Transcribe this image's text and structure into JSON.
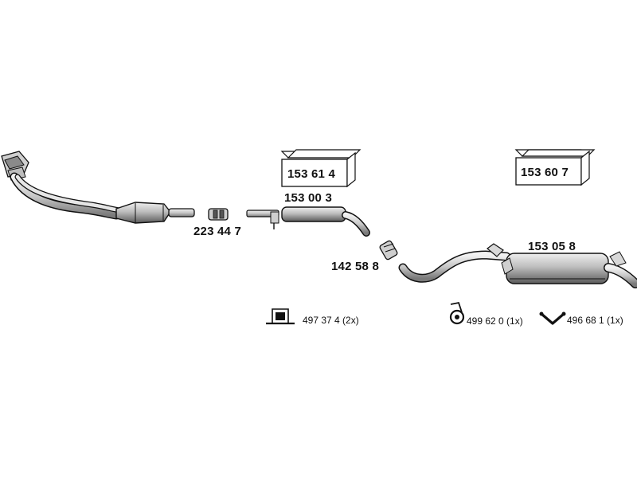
{
  "parts": {
    "kit_a": "153 61 4",
    "kit_b": "153 60 7",
    "front_pipe_clamp": "223 44 7",
    "middle_silencer": "153 00 3",
    "connector": "142 58 8",
    "rear_silencer": "153 05 8"
  },
  "fixings": {
    "rubber_mount_a": "497 37 4 (2x)",
    "rubber_mount_b": "499 62 0  (1x)",
    "hanger": "496 68 1 (1x)"
  },
  "colors": {
    "ink": "#111111",
    "pipe_fill": "#d6d6d6",
    "pipe_shade": "#8a8a8a",
    "box_fill": "#ffffff"
  }
}
